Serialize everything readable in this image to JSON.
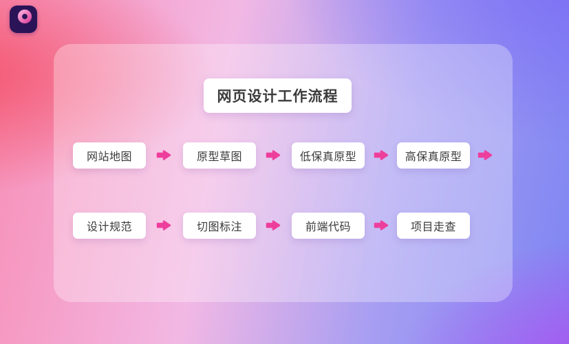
{
  "logo": {
    "icon": "p-logo",
    "background_color": "#2a1457",
    "ring_colors": [
      "#f9a8d8",
      "#e0489e"
    ],
    "stem_colors": [
      "#fbe4f3",
      "#c9e6f5"
    ]
  },
  "colors": {
    "arrow_accent": "#ee3e9c",
    "box_background": "#ffffff",
    "box_text": "#3b3b3b",
    "card_overlay": "rgba(255,255,255,0.30)"
  },
  "flowchart": {
    "title": "网页设计工作流程",
    "rows": [
      {
        "steps": [
          "网站地图",
          "原型草图",
          "低保真原型",
          "高保真原型"
        ],
        "has_trailing_arrow": true
      },
      {
        "steps": [
          "设计规范",
          "切图标注",
          "前端代码",
          "项目走查"
        ],
        "has_trailing_arrow": false
      }
    ]
  }
}
